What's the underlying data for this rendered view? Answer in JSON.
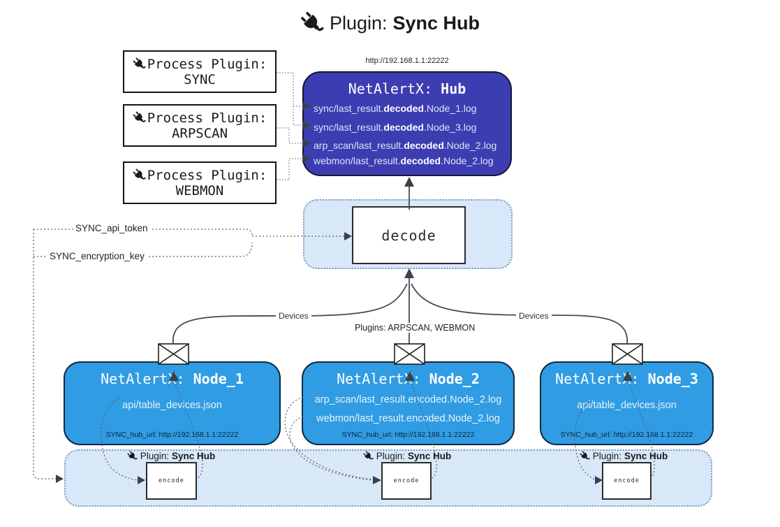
{
  "title": {
    "icon": "plug-icon",
    "prefix": "Plugin:",
    "name": "Sync Hub"
  },
  "hub": {
    "url": "http://192.168.1.1:22222",
    "title_prefix": "NetAlertX:",
    "title_name": "Hub",
    "logs": [
      {
        "pre": "sync/last_result.",
        "bold": "decoded",
        "post": ".Node_1.log"
      },
      {
        "pre": "sync/last_result.",
        "bold": "decoded",
        "post": ".Node_3.log"
      },
      {
        "pre": "arp_scan/last_result.",
        "bold": "decoded",
        "post": ".Node_2.log"
      },
      {
        "pre": "webmon/last_result.",
        "bold": "decoded",
        "post": ".Node_2.log"
      }
    ]
  },
  "process_plugins": [
    {
      "label": "Process Plugin:",
      "name": "SYNC"
    },
    {
      "label": "Process Plugin:",
      "name": "ARPSCAN"
    },
    {
      "label": "Process Plugin:",
      "name": "WEBMON"
    }
  ],
  "config": {
    "api_token_label": "SYNC_api_token",
    "encryption_key_label": "SYNC_encryption_key"
  },
  "decode_box": {
    "label": "decode"
  },
  "edge_labels": {
    "devices_left": "Devices",
    "plugins_center": "Plugins: ARPSCAN, WEBMON",
    "devices_right": "Devices"
  },
  "nodes": [
    {
      "title_prefix": "NetAlertX:",
      "title_name": "Node_1",
      "lines": [
        "api/table_devices.json"
      ],
      "hub_url": "SYNC_hub_url: http://192.168.1.1:22222"
    },
    {
      "title_prefix": "NetAlertX:",
      "title_name": "Node_2",
      "lines": [
        "arp_scan/last_result.encoded.Node_2.log",
        "webmon/last_result.encoded.Node_2.log"
      ],
      "hub_url": "SYNC_hub_url: http://192.168.1.1:22222"
    },
    {
      "title_prefix": "NetAlertX:",
      "title_name": "Node_3",
      "lines": [
        "api/table_devices.json"
      ],
      "hub_url": "SYNC_hub_url: http://192.168.1.1:22222"
    }
  ],
  "encode_section": {
    "plugin_prefix": "Plugin:",
    "plugin_name": "Sync Hub",
    "box_label": "encode"
  },
  "colors": {
    "hub_fill": "#3d3db2",
    "node_fill": "#2f9ce4",
    "panel_fill": "#d8e8f9",
    "panel_border": "#7a9cc0",
    "line": "#454b54"
  }
}
